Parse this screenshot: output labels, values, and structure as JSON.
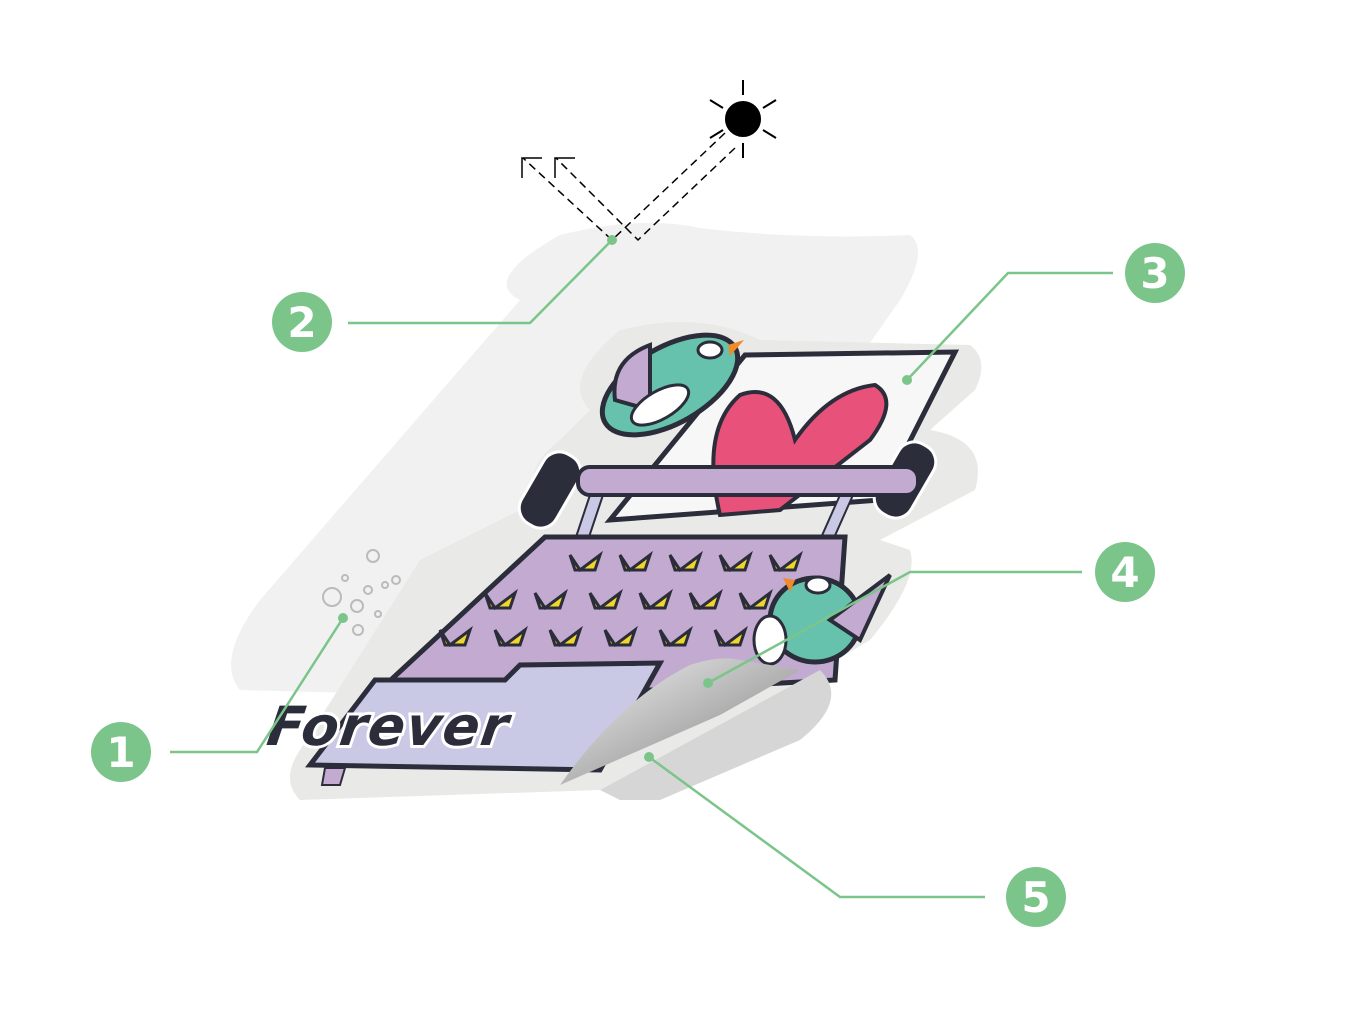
{
  "sticker": {
    "text": "Forever"
  },
  "callouts": [
    {
      "number": "1"
    },
    {
      "number": "2"
    },
    {
      "number": "3"
    },
    {
      "number": "4"
    },
    {
      "number": "5"
    }
  ],
  "colors": {
    "callout": "#7bc58a",
    "purple": "#c3aad1",
    "lavender": "#c9c9e6",
    "teal": "#66c2ad",
    "heart": "#e8527a",
    "yellow": "#f0d62a",
    "outline": "#2b2d3a"
  }
}
